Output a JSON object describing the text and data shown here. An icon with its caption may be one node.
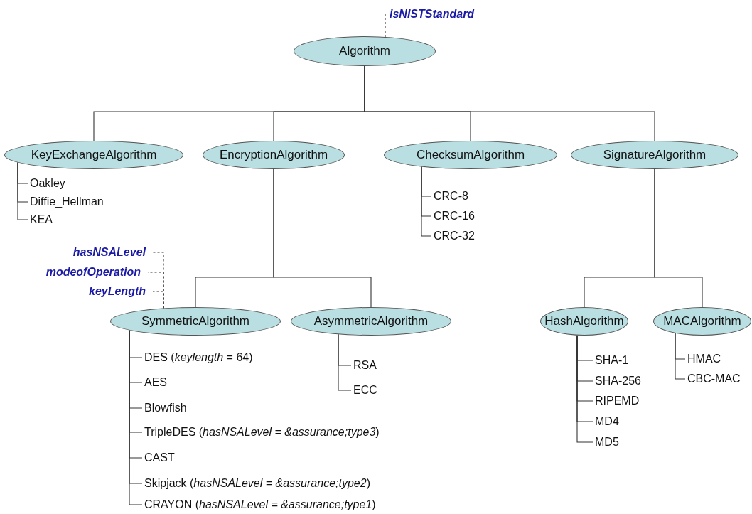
{
  "diagram": {
    "nodes": [
      {
        "text": [
          "isNISTStandard"
        ]
      },
      {
        "text": [
          "Algorithm"
        ]
      },
      {
        "text": [
          "KeyExchangeAlgorithm"
        ]
      },
      {
        "text": [
          "EncryptionAlgorithm"
        ]
      },
      {
        "text": [
          "ChecksumAlgorithm"
        ]
      },
      {
        "text": [
          "SignatureAlgorithm"
        ]
      },
      {
        "text": [
          "Oakley"
        ]
      },
      {
        "text": [
          "Diffie_Hellman"
        ]
      },
      {
        "text": [
          "KEA"
        ]
      },
      {
        "text": [
          "CRC-8"
        ]
      },
      {
        "text": [
          "CRC-16"
        ]
      },
      {
        "text": [
          "CRC-32"
        ]
      },
      {
        "text": [
          "hasNSALevel"
        ]
      },
      {
        "text": [
          "modeofOperation"
        ]
      },
      {
        "text": [
          "keyLength"
        ]
      },
      {
        "text": [
          "SymmetricAlgorithm"
        ]
      },
      {
        "text": [
          "AsymmetricAlgorithm"
        ]
      },
      {
        "text": [
          "HashAlgorithm"
        ]
      },
      {
        "text": [
          "MACAlgorithm"
        ]
      },
      {
        "text": [
          "DES (*keylength* = 64)"
        ]
      },
      {
        "text": [
          "AES"
        ]
      },
      {
        "text": [
          "Blowfish"
        ]
      },
      {
        "text": [
          "TripleDES (*hasNSALevel = &assurance;type3*)"
        ]
      },
      {
        "text": [
          "CAST"
        ]
      },
      {
        "text": [
          "Skipjack (*hasNSALevel = &assurance;type2*)"
        ]
      },
      {
        "text": [
          "CRAYON (*hasNSALevel = &assurance;type1*)"
        ]
      },
      {
        "text": [
          "RSA"
        ]
      },
      {
        "text": [
          "ECC"
        ]
      },
      {
        "text": [
          "SHA-1"
        ]
      },
      {
        "text": [
          "SHA-256"
        ]
      },
      {
        "text": [
          "RIPEMD"
        ]
      },
      {
        "text": [
          "MD4"
        ]
      },
      {
        "text": [
          "MD5"
        ]
      },
      {
        "text": [
          "HMAC"
        ]
      },
      {
        "text": [
          "CBC-MAC"
        ]
      }
    ],
    "edges": [
      {
        "from": 1,
        "to": 0,
        "arrow": "none",
        "style": "dashed"
      },
      {
        "from": 1,
        "to": 2,
        "arrow": "none"
      },
      {
        "from": 1,
        "to": 3,
        "arrow": "none"
      },
      {
        "from": 1,
        "to": 4,
        "arrow": "none"
      },
      {
        "from": 1,
        "to": 5,
        "arrow": "none"
      },
      {
        "from": 2,
        "to": 6,
        "arrow": "none"
      },
      {
        "from": 2,
        "to": 7,
        "arrow": "none"
      },
      {
        "from": 2,
        "to": 8,
        "arrow": "none"
      },
      {
        "from": 4,
        "to": 9,
        "arrow": "none"
      },
      {
        "from": 4,
        "to": 10,
        "arrow": "none"
      },
      {
        "from": 4,
        "to": 11,
        "arrow": "none"
      },
      {
        "from": 3,
        "to": 15,
        "arrow": "none"
      },
      {
        "from": 3,
        "to": 16,
        "arrow": "none"
      },
      {
        "from": 5,
        "to": 17,
        "arrow": "none"
      },
      {
        "from": 5,
        "to": 18,
        "arrow": "none"
      },
      {
        "from": 15,
        "to": 12,
        "arrow": "none",
        "style": "dashed"
      },
      {
        "from": 15,
        "to": 13,
        "arrow": "none",
        "style": "dashed"
      },
      {
        "from": 15,
        "to": 14,
        "arrow": "none",
        "style": "dashed"
      },
      {
        "from": 15,
        "to": 19,
        "arrow": "none"
      },
      {
        "from": 15,
        "to": 20,
        "arrow": "none"
      },
      {
        "from": 15,
        "to": 21,
        "arrow": "none"
      },
      {
        "from": 15,
        "to": 22,
        "arrow": "none"
      },
      {
        "from": 15,
        "to": 23,
        "arrow": "none"
      },
      {
        "from": 15,
        "to": 24,
        "arrow": "none"
      },
      {
        "from": 15,
        "to": 25,
        "arrow": "none"
      },
      {
        "from": 16,
        "to": 26,
        "arrow": "none"
      },
      {
        "from": 16,
        "to": 27,
        "arrow": "none"
      },
      {
        "from": 17,
        "to": 28,
        "arrow": "none"
      },
      {
        "from": 17,
        "to": 29,
        "arrow": "none"
      },
      {
        "from": 17,
        "to": 30,
        "arrow": "none"
      },
      {
        "from": 17,
        "to": 31,
        "arrow": "none"
      },
      {
        "from": 17,
        "to": 32,
        "arrow": "none"
      },
      {
        "from": 18,
        "to": 33,
        "arrow": "none"
      },
      {
        "from": 18,
        "to": 34,
        "arrow": "none"
      }
    ]
  }
}
